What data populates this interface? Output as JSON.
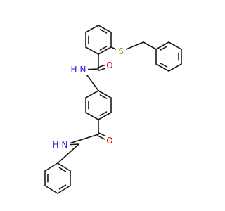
{
  "molecule": {
    "atom_labels": {
      "sulfur": "S",
      "carbonyl_oxygen_top": "O",
      "amide_nitrogen_top": "N",
      "amide_hydrogen_top": "H",
      "carbonyl_oxygen_bottom": "O",
      "amide_nitrogen_bottom": "N",
      "amide_hydrogen_bottom": "H"
    },
    "colors": {
      "bond": "#1a1a1a",
      "sulfur": "#b5a000",
      "oxygen": "#e00000",
      "nitrogen": "#1f1fd6"
    }
  }
}
